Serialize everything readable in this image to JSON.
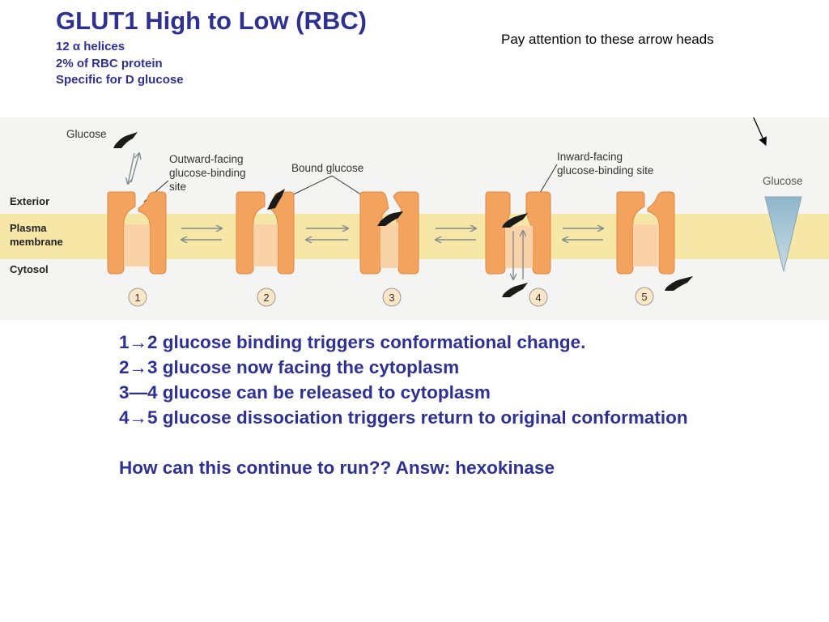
{
  "slide": {
    "title": "GLUT1 High to Low (RBC)",
    "subtitle_lines": [
      "12 α helices",
      "2% of RBC protein",
      "Specific for D glucose"
    ],
    "annotation": "Pay attention to these arrow heads"
  },
  "figure": {
    "background": "#f4f4f2",
    "membrane_color": "#f7e7a6",
    "protein_color": "#f4a35e",
    "region_labels": {
      "exterior": "Exterior",
      "membrane_line1": "Plasma",
      "membrane_line2": "membrane",
      "cytosol": "Cytosol"
    },
    "callouts": {
      "glucose": "Glucose",
      "outward_line1": "Outward-facing",
      "outward_line2": "glucose-binding",
      "outward_line3": "site",
      "bound": "Bound glucose",
      "inward_line1": "Inward-facing",
      "inward_line2": "glucose-binding site",
      "gradient": "Glucose"
    },
    "step_numbers": [
      "1",
      "2",
      "3",
      "4",
      "5"
    ]
  },
  "steps": [
    {
      "from": "1",
      "arrow": "→",
      "to": "2",
      "text": " glucose binding triggers conformational change."
    },
    {
      "from": "2",
      "arrow": "→",
      "to": "3",
      "text": " glucose now facing the cytoplasm"
    },
    {
      "from": "3",
      "arrow": "—",
      "to": "4",
      "text": " glucose can be released to cytoplasm"
    },
    {
      "from": "4",
      "arrow": "→",
      "to": "5",
      "text": " glucose dissociation triggers return to original conformation"
    }
  ],
  "question": "How can this continue to run??  Answ:  hexokinase"
}
